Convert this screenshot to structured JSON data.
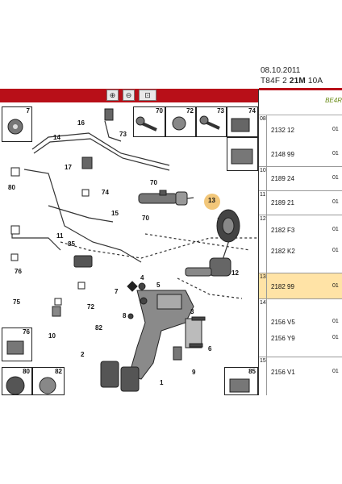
{
  "header": {
    "date": "08.10.2011",
    "code_prefix": "T84F 2 ",
    "code_bold": "21M",
    "code_suffix": " 10A",
    "tag": "BE4R"
  },
  "toolbar": {
    "zoom_in_icon": "zoom-in-icon",
    "zoom_out_icon": "zoom-out-icon",
    "fit_icon": "fit-icon"
  },
  "legend_boxes": [
    "7",
    "70",
    "72",
    "73",
    "74",
    "76",
    "80",
    "82",
    "85"
  ],
  "callouts": [
    "16",
    "73",
    "14",
    "17",
    "80",
    "74",
    "70",
    "13",
    "70",
    "15",
    "11",
    "12",
    "85",
    "76",
    "72",
    "7",
    "4",
    "5",
    "75",
    "82",
    "10",
    "9",
    "3",
    "6",
    "2",
    "1",
    "8"
  ],
  "parts": [
    {
      "ref": "08",
      "nums": [
        "2132 12",
        "2148 99"
      ],
      "qty": [
        "01",
        "01"
      ]
    },
    {
      "ref": "10",
      "nums": [
        "2189 24"
      ],
      "qty": [
        "01"
      ]
    },
    {
      "ref": "11",
      "nums": [
        "2189 21"
      ],
      "qty": [
        "01"
      ]
    },
    {
      "ref": "12",
      "nums": [
        "2182 F3",
        "2182 K2"
      ],
      "qty": [
        "01",
        "01"
      ]
    },
    {
      "ref": "13",
      "nums": [
        "2182 99"
      ],
      "qty": [
        "01"
      ]
    },
    {
      "ref": "14",
      "nums": [
        "2156 V5",
        "2156 Y9"
      ],
      "qty": [
        "01",
        "01"
      ]
    },
    {
      "ref": "15",
      "nums": [
        "2156 V1"
      ],
      "qty": [
        "01"
      ]
    }
  ]
}
